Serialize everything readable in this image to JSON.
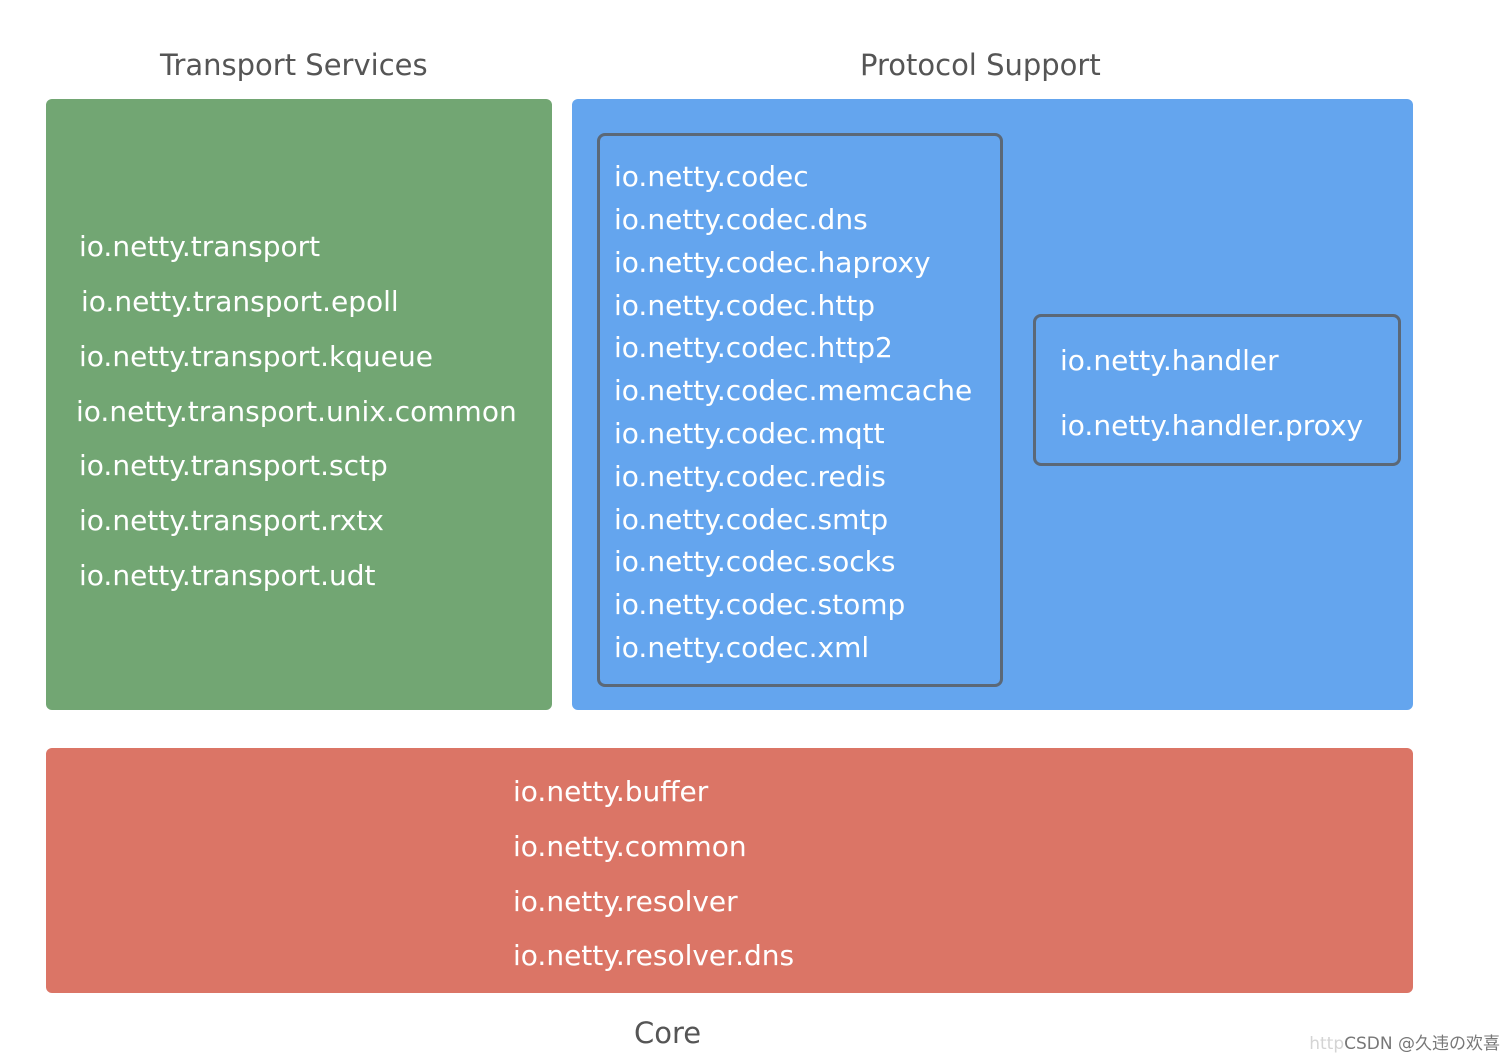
{
  "transport": {
    "heading": "Transport Services",
    "packages": [
      "io.netty.transport",
      "io.netty.transport.epoll",
      "io.netty.transport.kqueue",
      "io.netty.transport.unix.common",
      "io.netty.transport.sctp",
      "io.netty.transport.rxtx",
      "io.netty.transport.udt"
    ]
  },
  "protocol": {
    "heading": "Protocol Support",
    "codec_packages": [
      "io.netty.codec",
      "io.netty.codec.dns",
      "io.netty.codec.haproxy",
      "io.netty.codec.http",
      "io.netty.codec.http2",
      "io.netty.codec.memcache",
      "io.netty.codec.mqtt",
      "io.netty.codec.redis",
      "io.netty.codec.smtp",
      "io.netty.codec.socks",
      "io.netty.codec.stomp",
      "io.netty.codec.xml"
    ],
    "handler_packages": [
      "io.netty.handler",
      "io.netty.handler.proxy"
    ]
  },
  "core": {
    "heading": "Core",
    "packages": [
      "io.netty.buffer",
      "io.netty.common",
      "io.netty.resolver",
      "io.netty.resolver.dns"
    ]
  },
  "watermark": {
    "prefix": "http",
    "text": "CSDN @久违の欢喜"
  },
  "colors": {
    "transport_panel": "#72a673",
    "protocol_panel": "#64a5ee",
    "core_panel": "#db7566",
    "inner_border": "#5b6877",
    "heading_text": "#555555",
    "package_text": "#ffffff"
  }
}
